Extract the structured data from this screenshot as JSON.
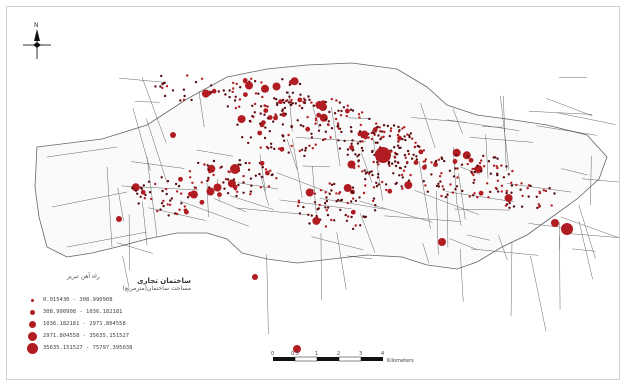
{
  "map": {
    "north_label": "N",
    "street_label": "راه آهن تبریز",
    "colors": {
      "points": "#b01c22",
      "points_dark": "#5a0d10",
      "outline": "#555555",
      "streets": "#222222"
    }
  },
  "legend": {
    "title": "ساختمان تجاری",
    "subtitle": "مساحت ساختمان(مترمربع)",
    "classes": [
      {
        "range": "0.015430 - 308.990908",
        "size": 2
      },
      {
        "range": "308.990908 - 1036.182181",
        "size": 3
      },
      {
        "range": "1036.182181 - 2971.804558",
        "size": 4
      },
      {
        "range": "2971.804558 - 35635.151527",
        "size": 5
      },
      {
        "range": "35635.151527 - 75797.395038",
        "size": 6
      }
    ]
  },
  "scale_bar": {
    "ticks": [
      "0",
      "0.5",
      "1",
      "2",
      "3",
      "4"
    ],
    "unit": "Kilometers"
  }
}
